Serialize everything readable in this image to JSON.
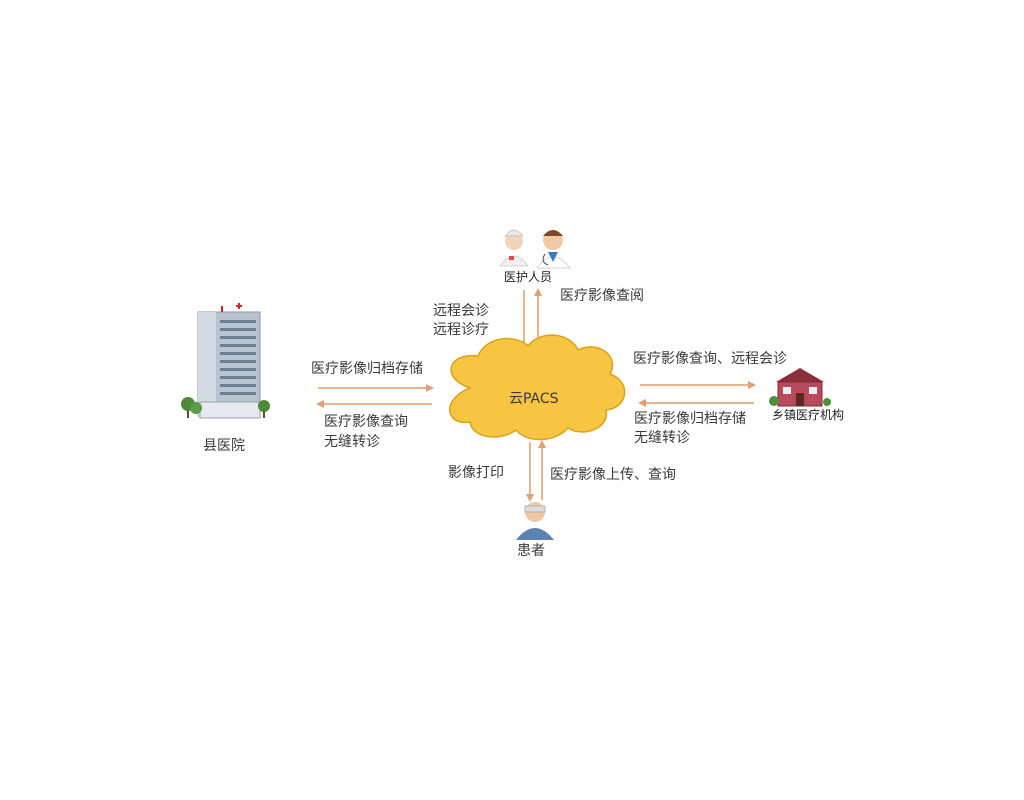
{
  "nodes": {
    "cloud": "云PACS",
    "hospital": "县医院",
    "staff": "医护人员",
    "township": "乡镇医疗机构",
    "patient": "患者"
  },
  "edges": {
    "hospital_to_cloud": "医疗影像归档存储",
    "cloud_to_hospital": [
      "医疗影像查询",
      "无缝转诊"
    ],
    "staff_to_cloud": [
      "远程会诊",
      "远程诊疗"
    ],
    "cloud_to_staff": "医疗影像查阅",
    "cloud_to_township": "医疗影像查询、远程会诊",
    "township_to_cloud": [
      "医疗影像归档存储",
      "无缝转诊"
    ],
    "cloud_to_patient": "影像打印",
    "patient_to_cloud": "医疗影像上传、查询"
  },
  "colors": {
    "arrow": "#e8b48c",
    "cloud_fill": "#f8c542",
    "cloud_stroke": "#d9a21a"
  }
}
